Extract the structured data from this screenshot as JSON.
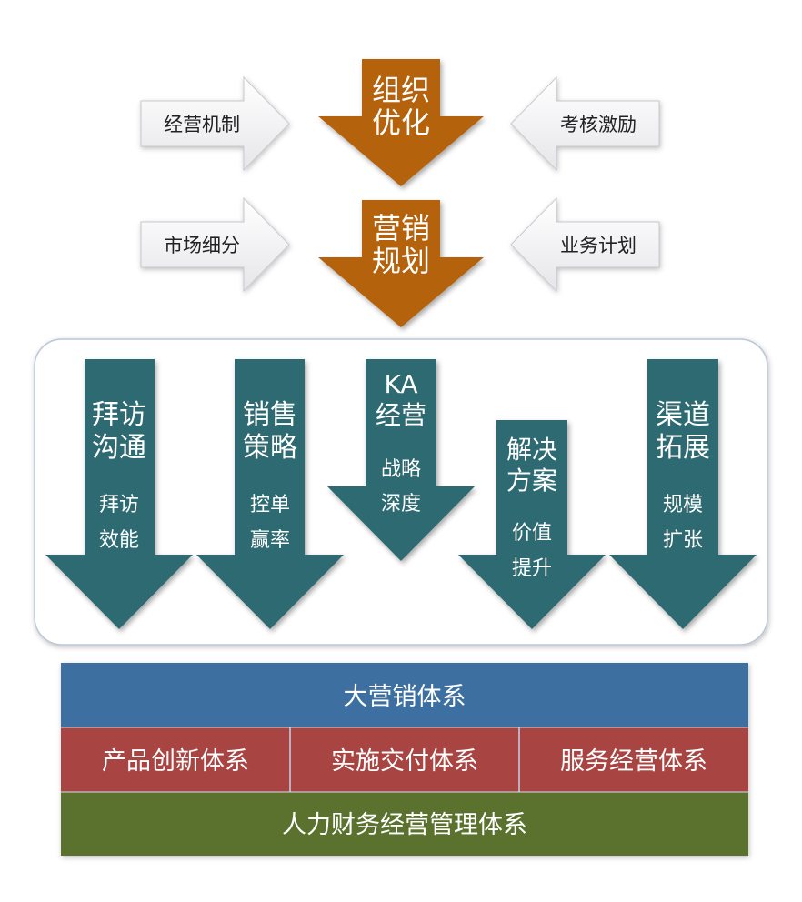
{
  "top": {
    "center_1": {
      "line1": "组织",
      "line2": "优化"
    },
    "center_2": {
      "line1": "营销",
      "line2": "规划"
    },
    "left_1": "经营机制",
    "right_1": "考核激励",
    "left_2": "市场细分",
    "right_2": "业务计划"
  },
  "columns": [
    {
      "title1": "拜访",
      "title2": "沟通",
      "sub1": "拜访",
      "sub2": "效能"
    },
    {
      "title1": "销售",
      "title2": "策略",
      "sub1": "控单",
      "sub2": "赢率"
    },
    {
      "title1": "KA",
      "title2": "经营",
      "sub1": "战略",
      "sub2": "深度"
    },
    {
      "title1": "解决",
      "title2": "方案",
      "sub1": "价值",
      "sub2": "提升"
    },
    {
      "title1": "渠道",
      "title2": "拓展",
      "sub1": "规模",
      "sub2": "扩张"
    }
  ],
  "base": {
    "row1": "大营销体系",
    "row2": [
      "产品创新体系",
      "实施交付体系",
      "服务经营体系"
    ],
    "row3": "人力财务经营管理体系"
  },
  "colors": {
    "orange": "#b5620f",
    "teal": "#2e6b72",
    "blue": "#3e6fa1",
    "red": "#a84543",
    "green": "#5a722f"
  }
}
